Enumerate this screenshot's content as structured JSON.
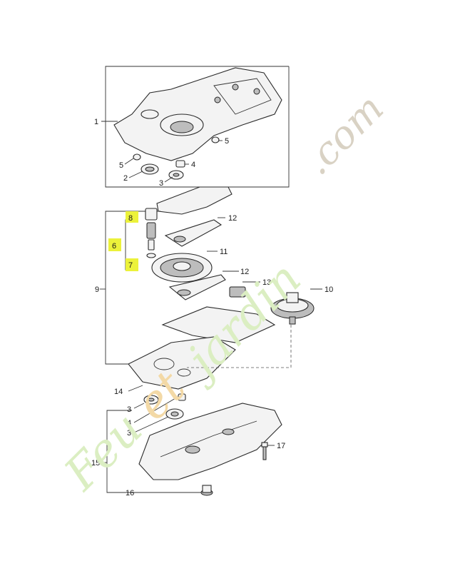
{
  "callouts": {
    "c1": "1",
    "c2": "2",
    "c3a": "3",
    "c4a": "4",
    "c5a": "5",
    "c5b": "5",
    "c6": "6",
    "c7": "7",
    "c8": "8",
    "c9": "9",
    "c10": "10",
    "c11": "11",
    "c12a": "12",
    "c12b": "12",
    "c13": "13",
    "c14": "14",
    "c3b": "3",
    "c4b": "4",
    "c3c": "3",
    "c15": "15",
    "c16": "16",
    "c17": "17"
  },
  "watermark": {
    "domain_part": "jardin",
    "domain_tld": ".com",
    "brand_prefix": "Feu",
    "brand_link": "et"
  },
  "colors": {
    "highlight": "#ecf23a",
    "watermark_green": "#dbeec2",
    "watermark_gray": "#d9d2c4",
    "watermark_orange": "#f3d9a6"
  }
}
